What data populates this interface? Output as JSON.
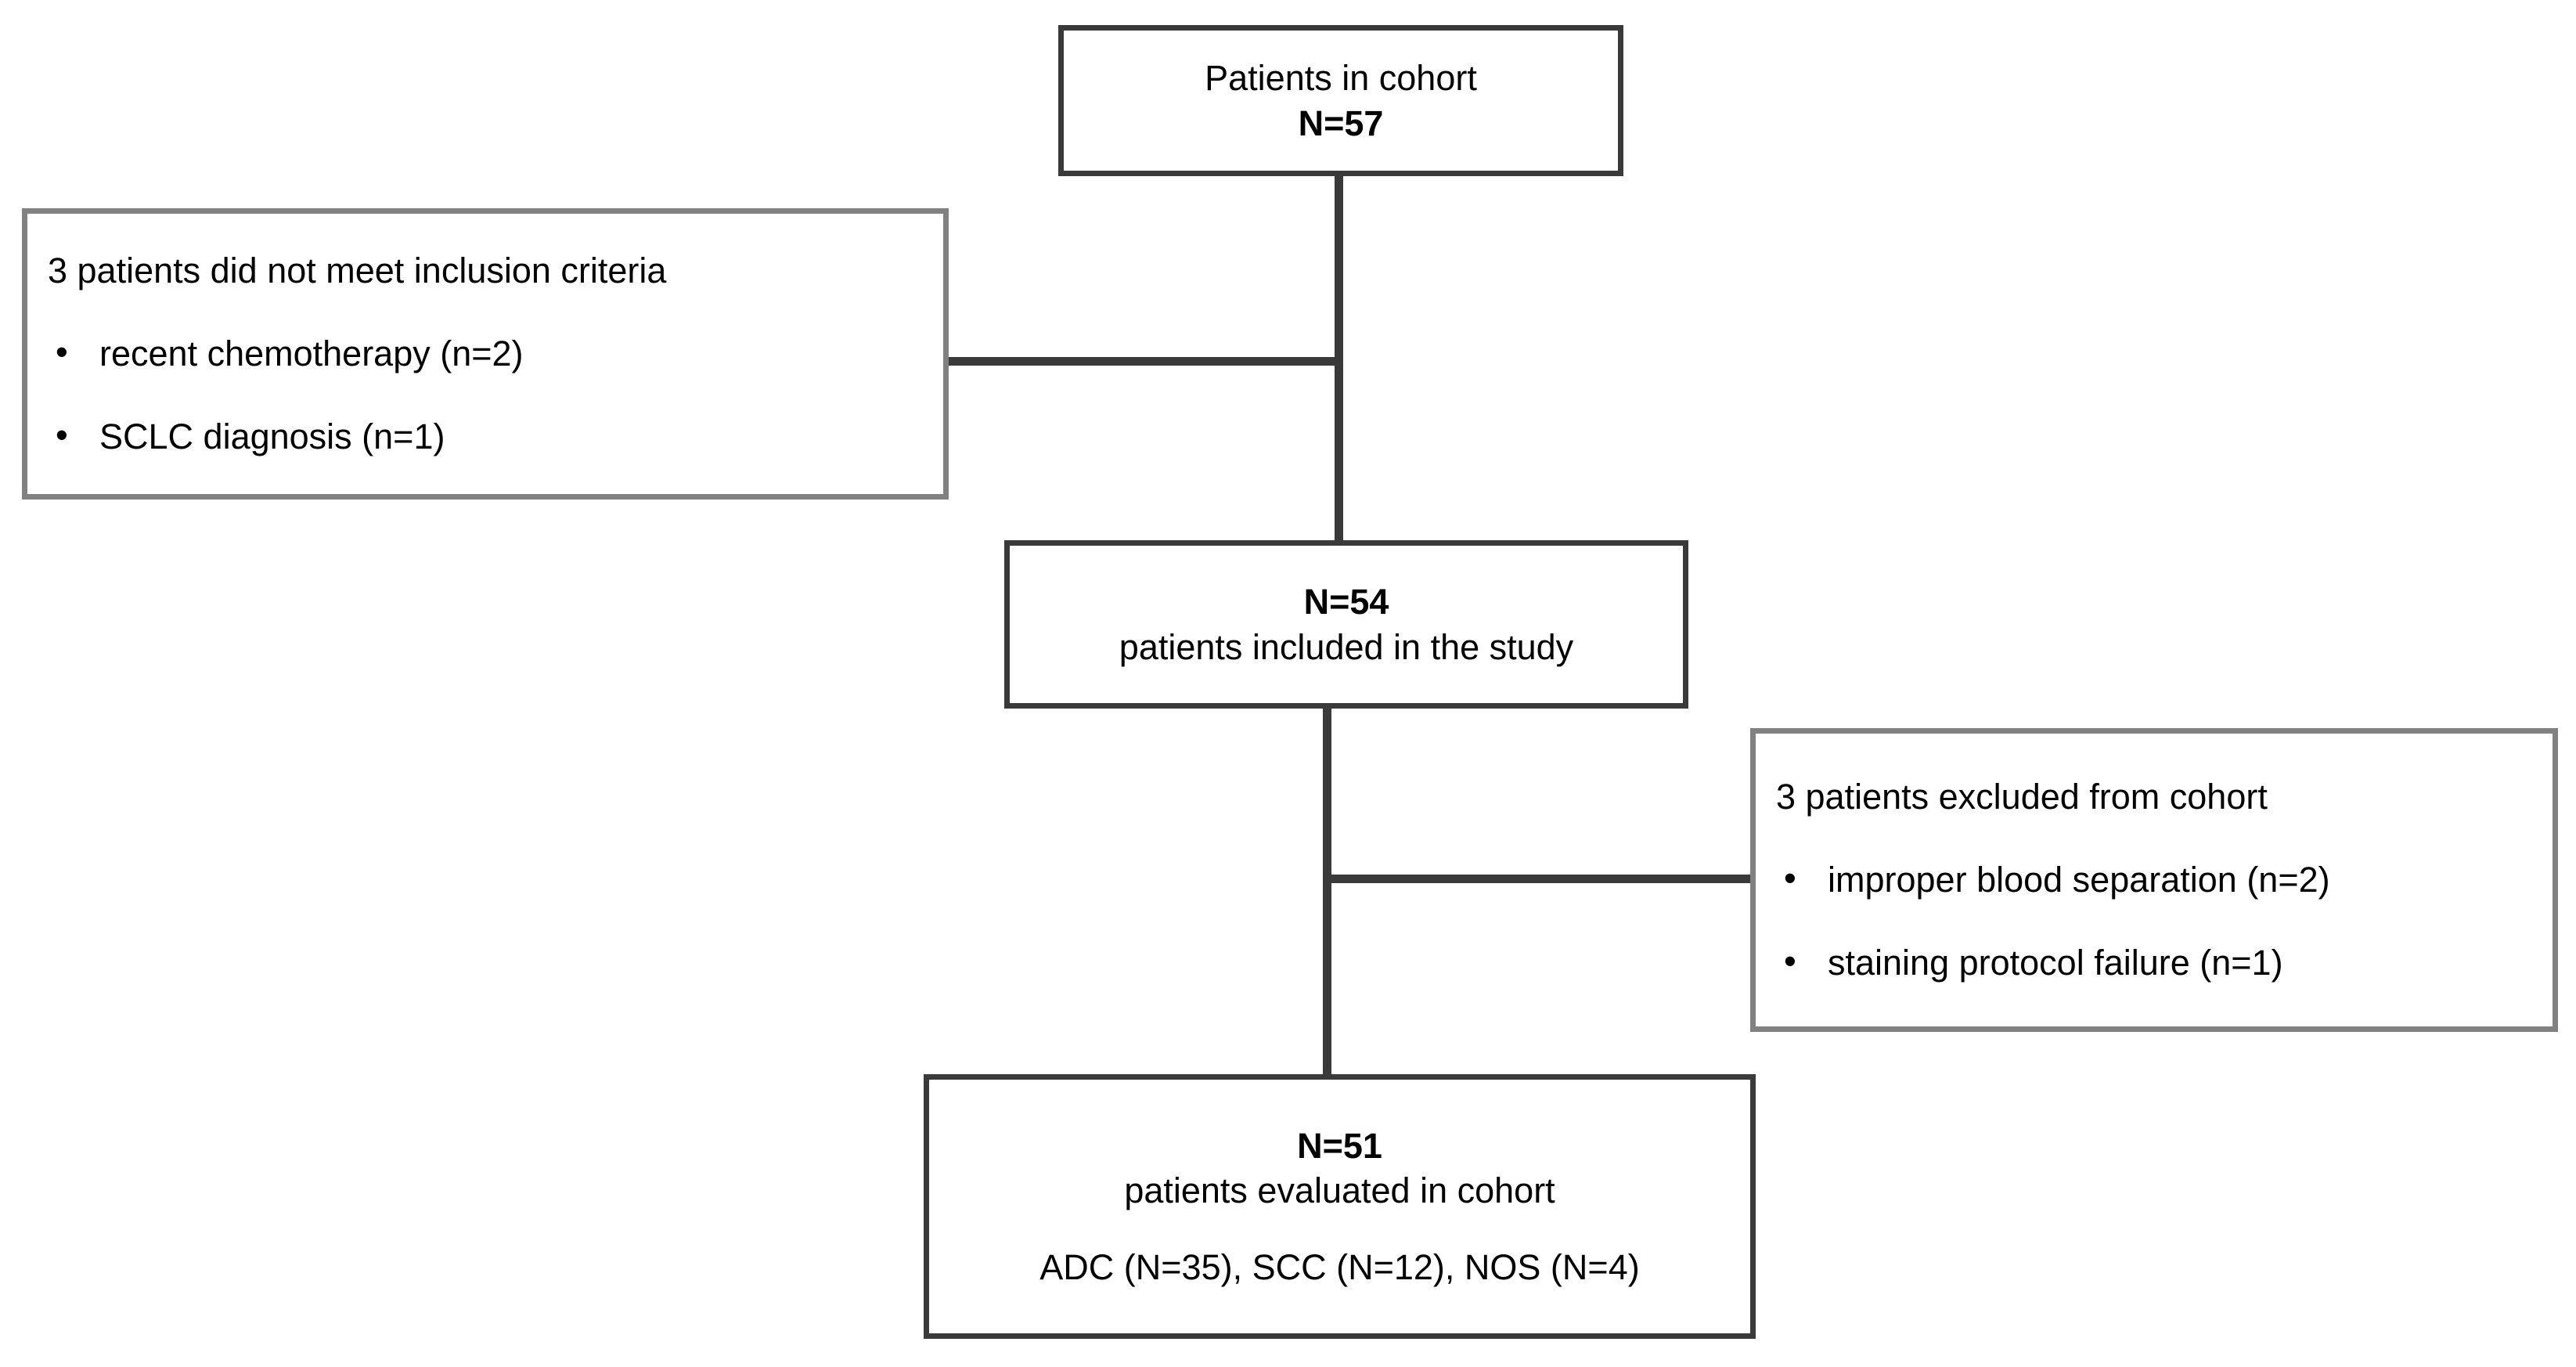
{
  "figure": {
    "type": "flowchart",
    "title": "Patient cohort selection flow diagram",
    "colors": {
      "primary_border": "#3a3a3a",
      "secondary_border": "#808080",
      "connector": "#3a3a3a",
      "background": "#ffffff",
      "text": "#000000"
    }
  },
  "nodes": {
    "cohort": {
      "label": "Patients in cohort",
      "count_label": "N=57",
      "count": 57
    },
    "excluded_inclusion": {
      "heading": "3 patients did not meet inclusion criteria",
      "count": 3,
      "reasons": [
        "recent chemotherapy (n=2)",
        "SCLC diagnosis (n=1)"
      ]
    },
    "included": {
      "count_label": "N=54",
      "count": 54,
      "label": "patients included in the study"
    },
    "excluded_cohort": {
      "heading": "3 patients excluded from cohort",
      "count": 3,
      "reasons": [
        "improper blood separation (n=2)",
        "staining protocol failure (n=1)"
      ]
    },
    "evaluated": {
      "count_label": "N=51",
      "count": 51,
      "label": "patients evaluated in cohort",
      "breakdown_label": "ADC (N=35), SCC (N=12), NOS (N=4)",
      "breakdown": [
        {
          "name": "ADC",
          "n": 35
        },
        {
          "name": "SCC",
          "n": 12
        },
        {
          "name": "NOS",
          "n": 4
        }
      ]
    }
  },
  "edges": [
    {
      "from": "cohort",
      "to": "included",
      "kind": "vertical"
    },
    {
      "from": "excluded_inclusion",
      "to": "cohort-stem",
      "kind": "horizontal"
    },
    {
      "from": "included",
      "to": "evaluated",
      "kind": "vertical"
    },
    {
      "from": "included-stem",
      "to": "excluded_cohort",
      "kind": "horizontal"
    }
  ]
}
